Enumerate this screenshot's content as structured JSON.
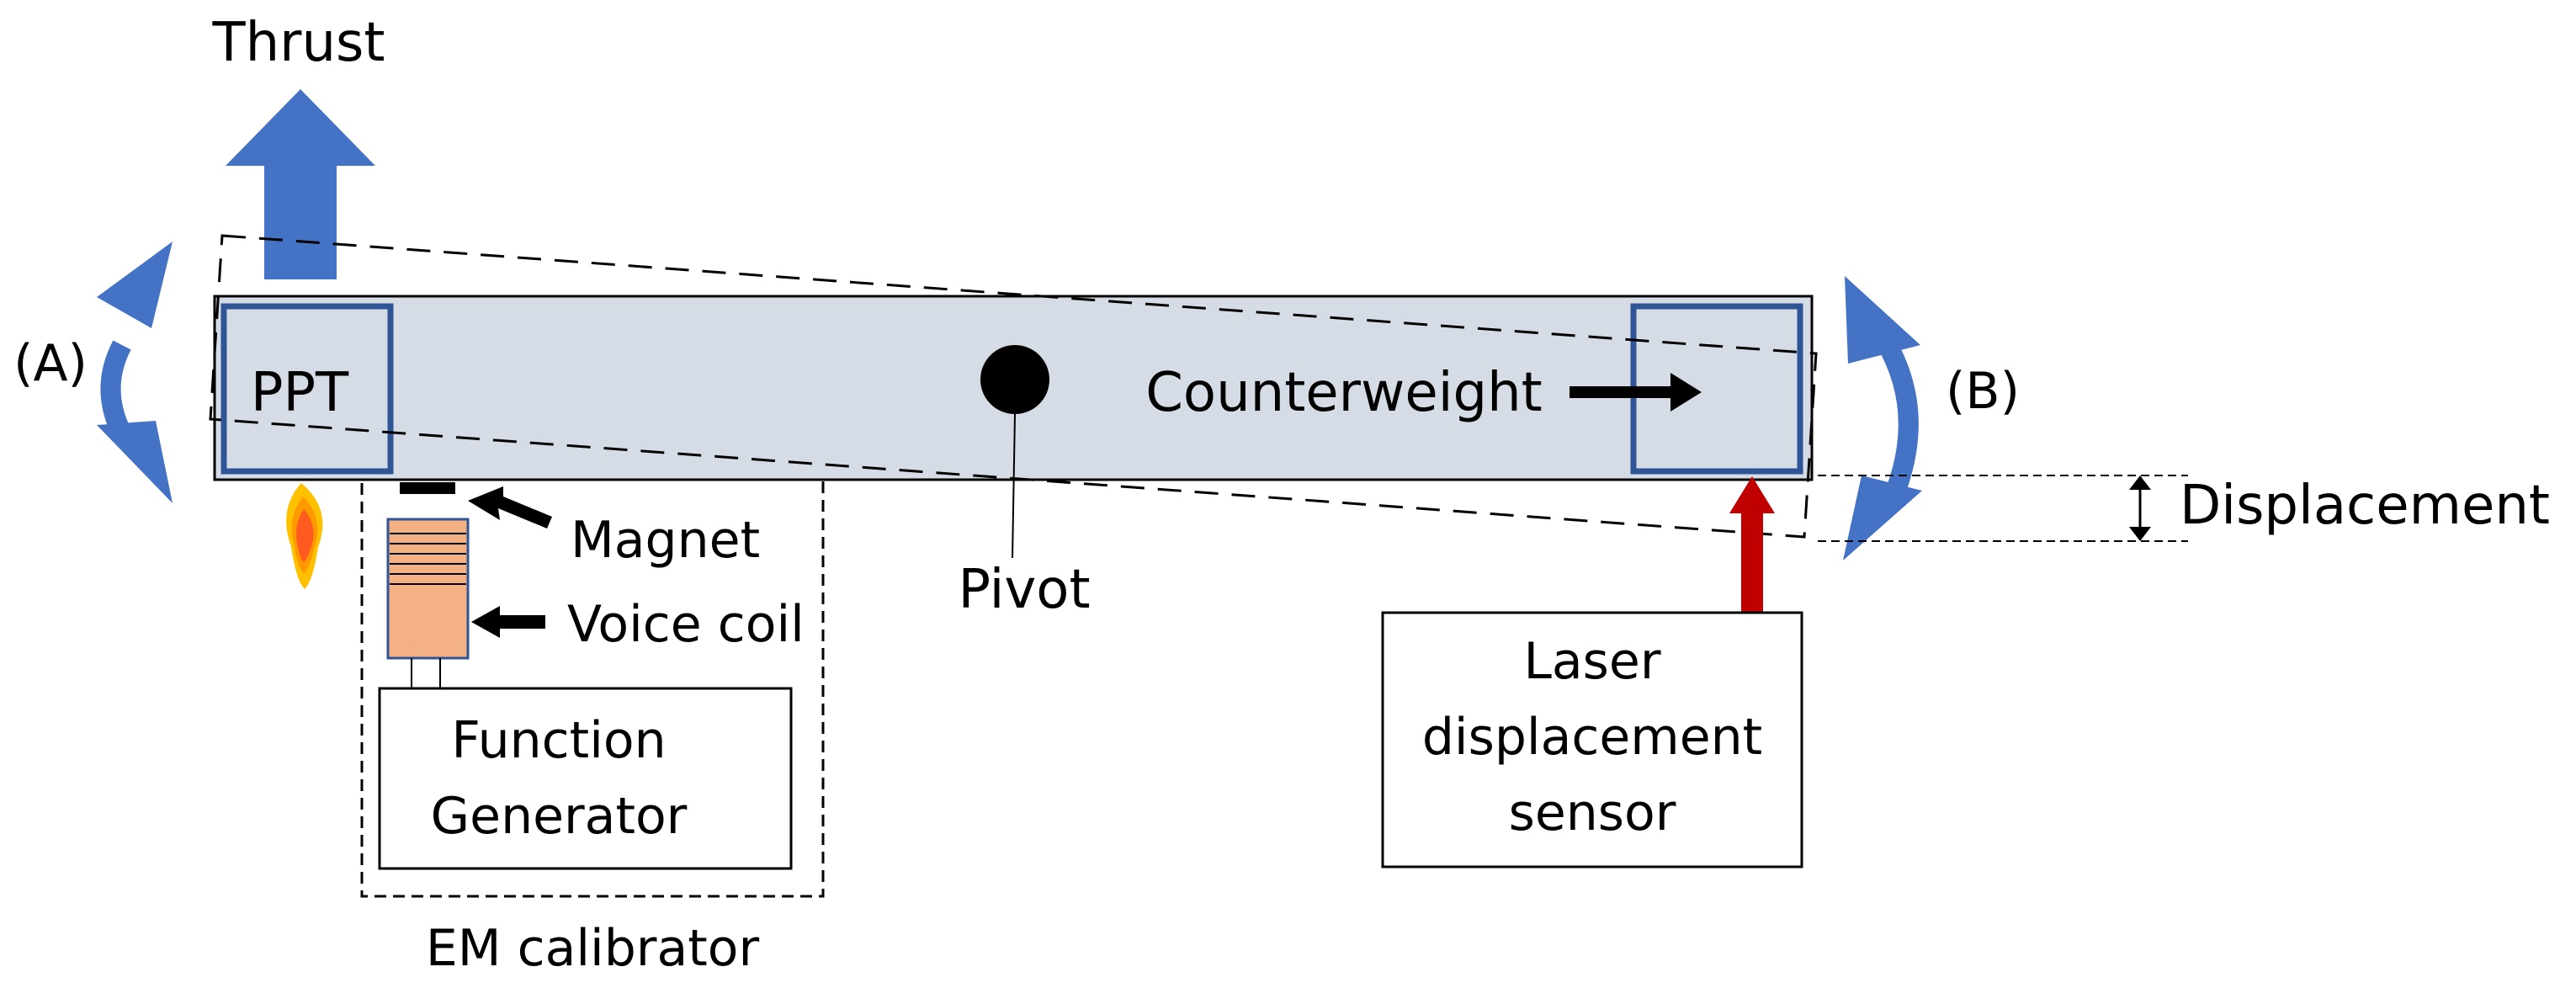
{
  "labels": {
    "thrust": "Thrust",
    "ppt": "PPT",
    "counterweight": "Counterweight",
    "pivot": "Pivot",
    "magnet": "Magnet",
    "voice_coil": "Voice coil",
    "function_generator": [
      "Function",
      "Generator"
    ],
    "em_calibrator": "EM calibrator",
    "laser_sensor": [
      "Laser",
      "displacement",
      "sensor"
    ],
    "displacement": "Displacement",
    "rotation_a": "(A)",
    "rotation_b": "(B)"
  },
  "colors": {
    "arm_fill": "#d6dce5",
    "box_stroke": "#2f5597",
    "blue_arrow": "#4472c4",
    "laser_beam": "#c00000",
    "coil_fill": "#f4b183",
    "flame_outer": "#ffc000",
    "flame_mid": "#ff9900",
    "flame_inner": "#ff5a1f"
  },
  "icons": {
    "thrust": "up-arrow-icon",
    "rotation": "curved-double-arrow-icon",
    "flame": "plume-icon"
  }
}
